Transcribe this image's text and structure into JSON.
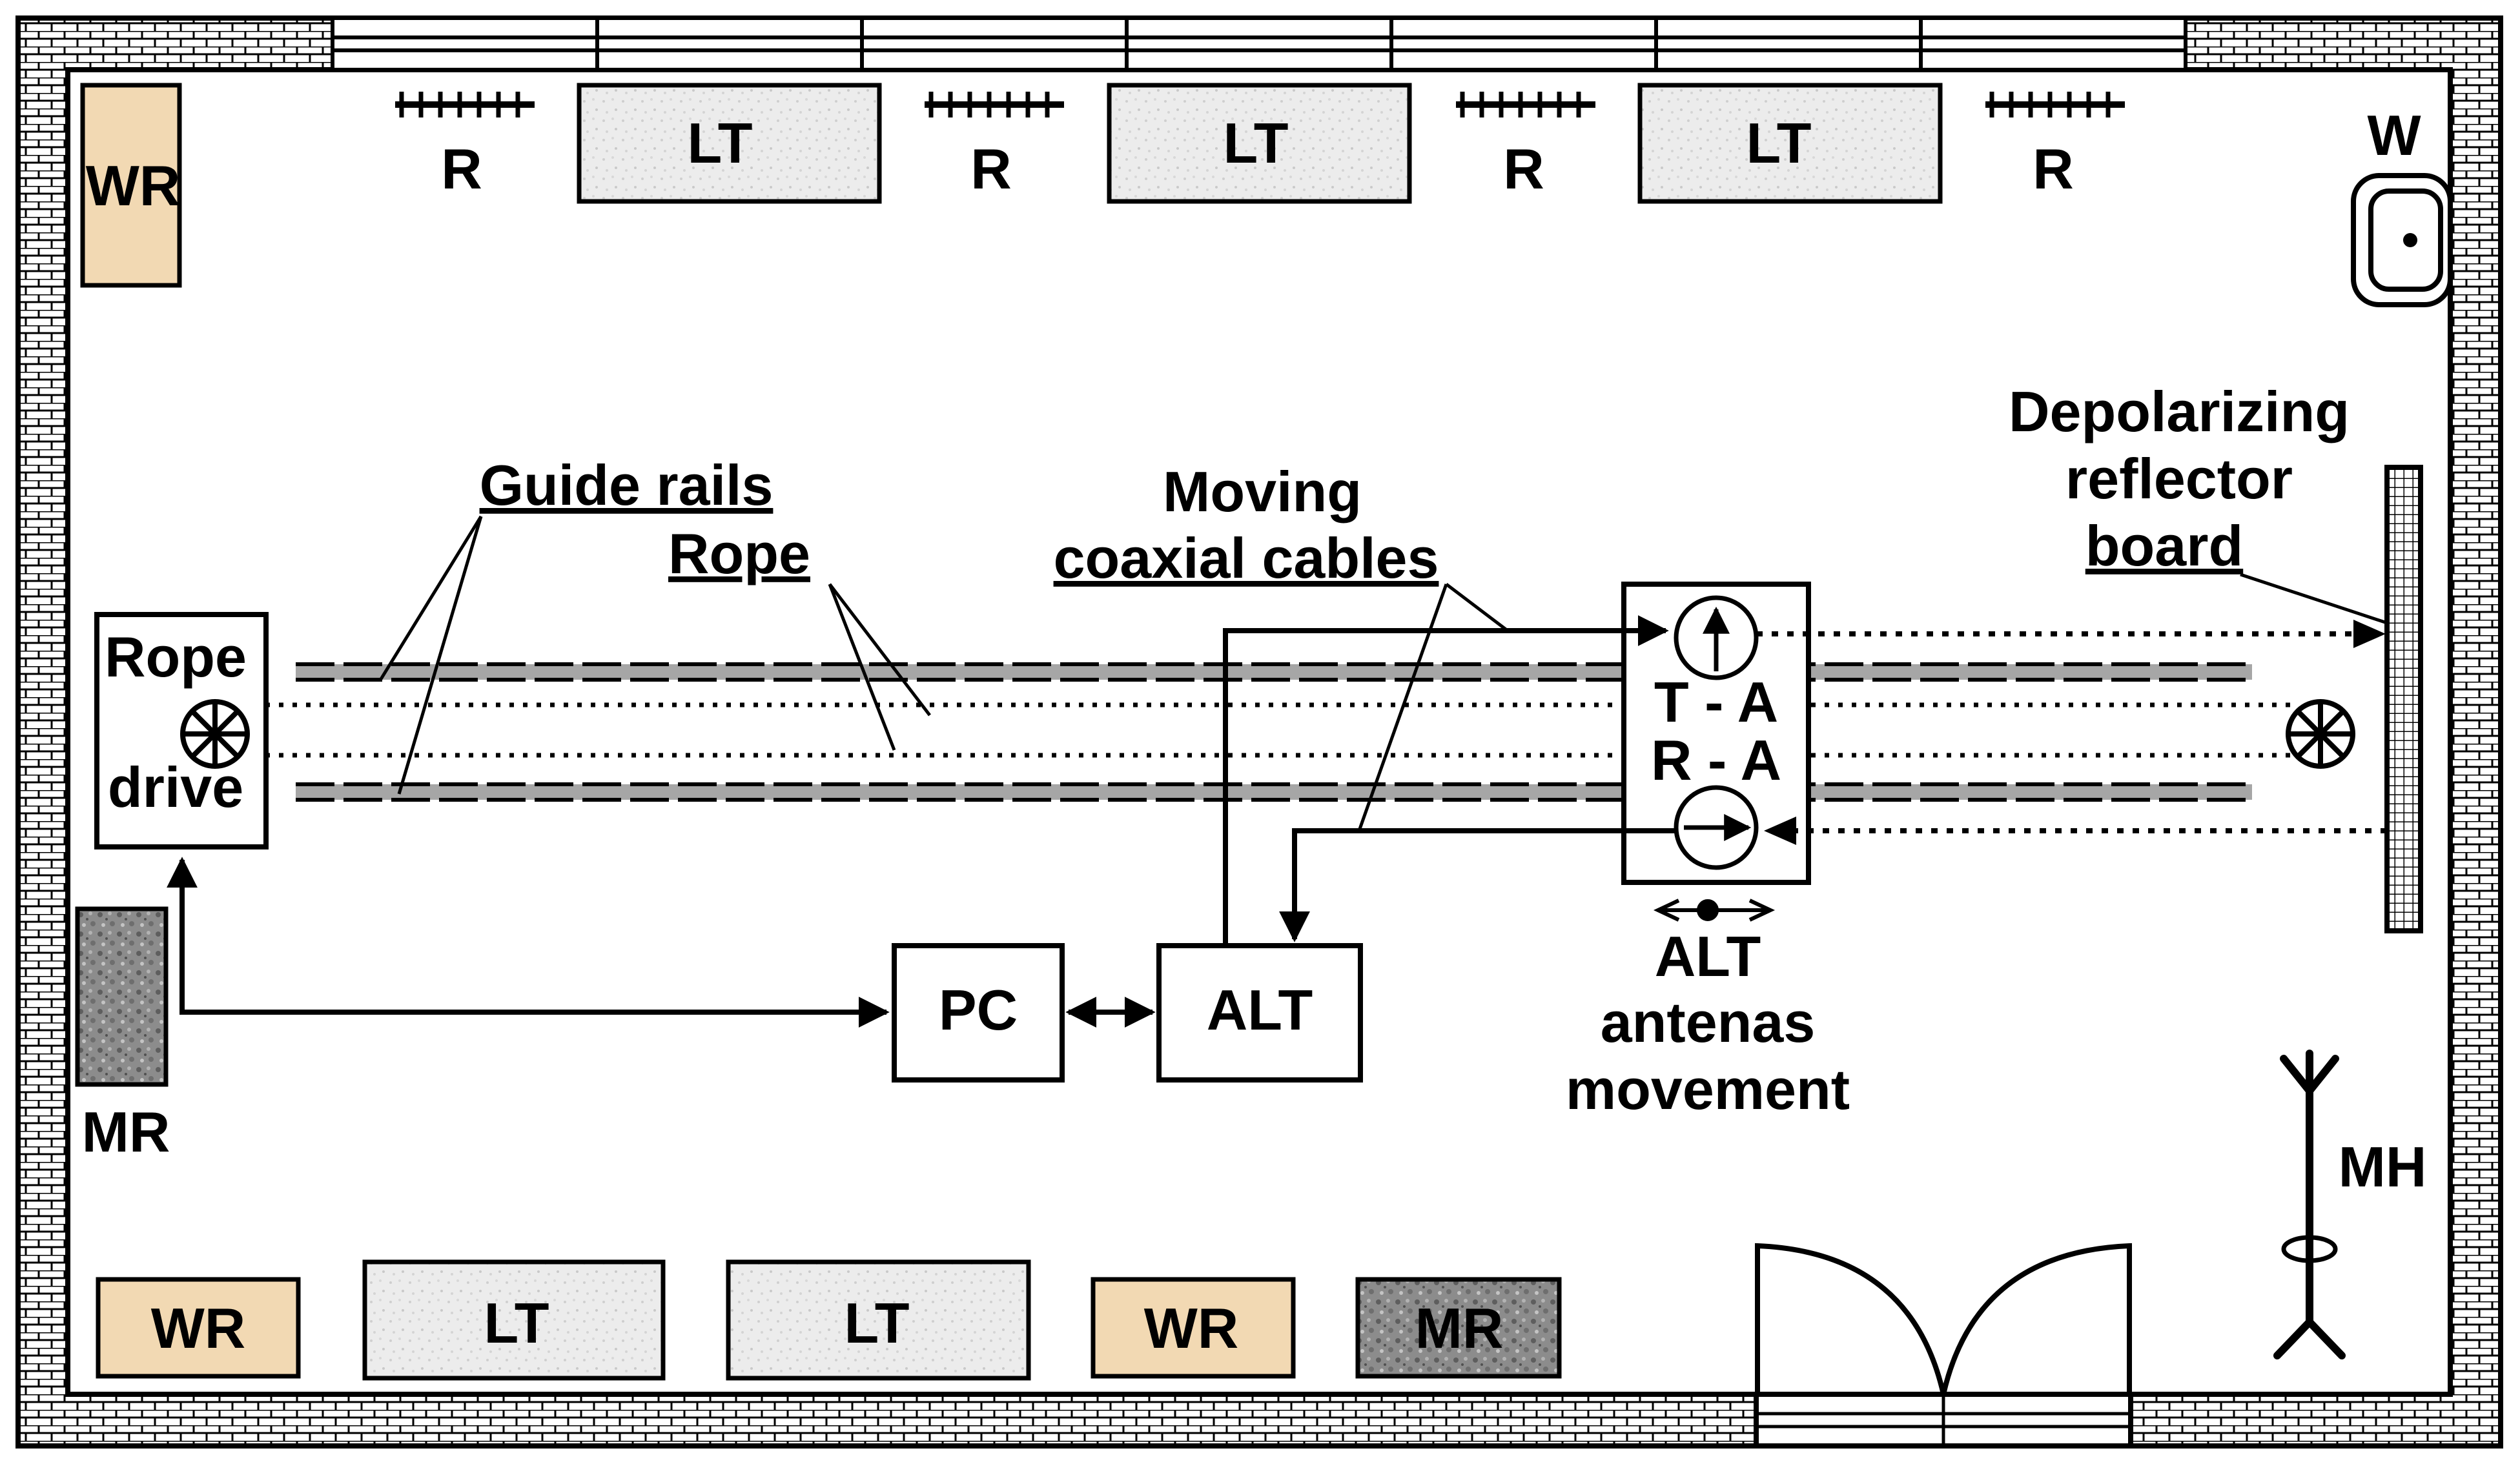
{
  "labels": {
    "wr": "WR",
    "r": "R",
    "lt": "LT",
    "w": "W",
    "mr": "MR",
    "mh": "MH",
    "pc": "PC",
    "alt": "ALT",
    "t_a": "T - A",
    "r_a": "R - A",
    "rope_drive_line1": "Rope",
    "rope_drive_line2": "drive",
    "guide_rails": "Guide rails",
    "rope": "Rope",
    "moving_line1": "Moving",
    "moving_line2": "coaxial cables",
    "depol_line1": "Depolarizing",
    "depol_line2": "reflector",
    "depol_line3": "board",
    "alt_move_line1": "ALT",
    "alt_move_line2": "antenas",
    "alt_move_line3": "movement"
  },
  "colors": {
    "wardrobe_fill": "#f2d9b3",
    "lab_table_fill": "#ececec",
    "metal_rack_fill": "#8c8c8c",
    "line": "#000000",
    "rail_fill": "#a6a6a6"
  }
}
